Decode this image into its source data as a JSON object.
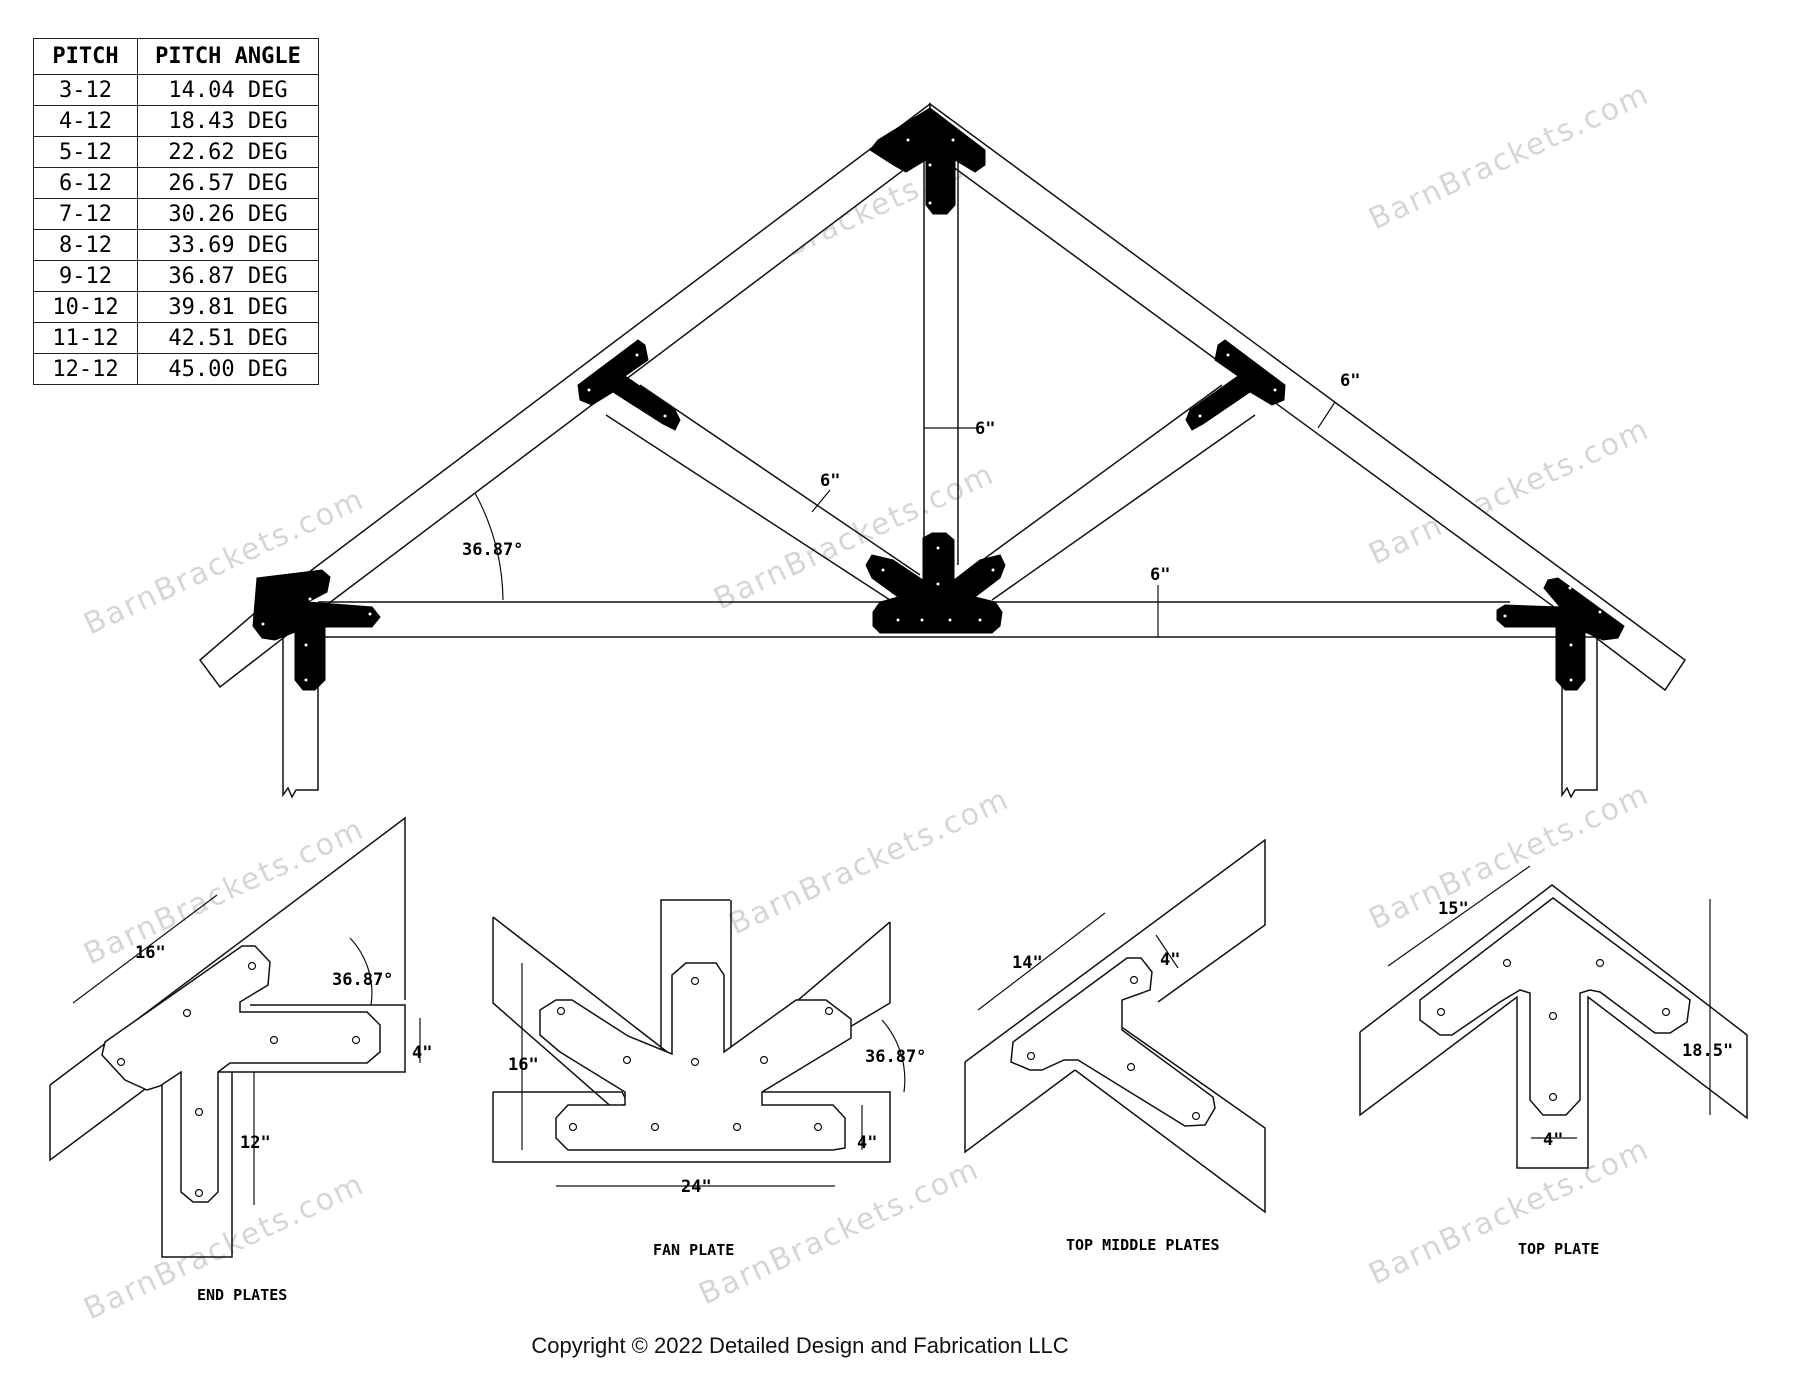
{
  "pitch_table": {
    "headers": [
      "PITCH",
      "PITCH ANGLE"
    ],
    "rows": [
      {
        "pitch": "3-12",
        "angle": "14.04 DEG"
      },
      {
        "pitch": "4-12",
        "angle": "18.43 DEG"
      },
      {
        "pitch": "5-12",
        "angle": "22.62 DEG"
      },
      {
        "pitch": "6-12",
        "angle": "26.57 DEG"
      },
      {
        "pitch": "7-12",
        "angle": "30.26 DEG"
      },
      {
        "pitch": "8-12",
        "angle": "33.69 DEG"
      },
      {
        "pitch": "9-12",
        "angle": "36.87 DEG"
      },
      {
        "pitch": "10-12",
        "angle": "39.81 DEG"
      },
      {
        "pitch": "11-12",
        "angle": "42.51 DEG"
      },
      {
        "pitch": "12-12",
        "angle": "45.00 DEG"
      }
    ]
  },
  "truss": {
    "pitch_angle_label": "36.87°",
    "web_width_label": "6\"",
    "king_post_width_label": "6\"",
    "rafter_width_label": "6\"",
    "tie_beam_width_label": "6\""
  },
  "details": {
    "end_plates": {
      "title": "END PLATES",
      "length_label": "16\"",
      "angle_label": "36.87°",
      "width_label": "4\"",
      "leg_label": "12\""
    },
    "fan_plate": {
      "title": "FAN PLATE",
      "height_label": "16\"",
      "angle_label": "36.87°",
      "width_label": "4\"",
      "length_label": "24\""
    },
    "top_middle_plates": {
      "title": "TOP MIDDLE PLATES",
      "length_label": "14\"",
      "width_label": "4\""
    },
    "top_plate": {
      "title": "TOP PLATE",
      "length_label": "15\"",
      "height_label": "18.5\"",
      "width_label": "4\""
    }
  },
  "watermark": "BarnBrackets.com",
  "copyright": "Copyright © 2022 Detailed Design and Fabrication LLC"
}
